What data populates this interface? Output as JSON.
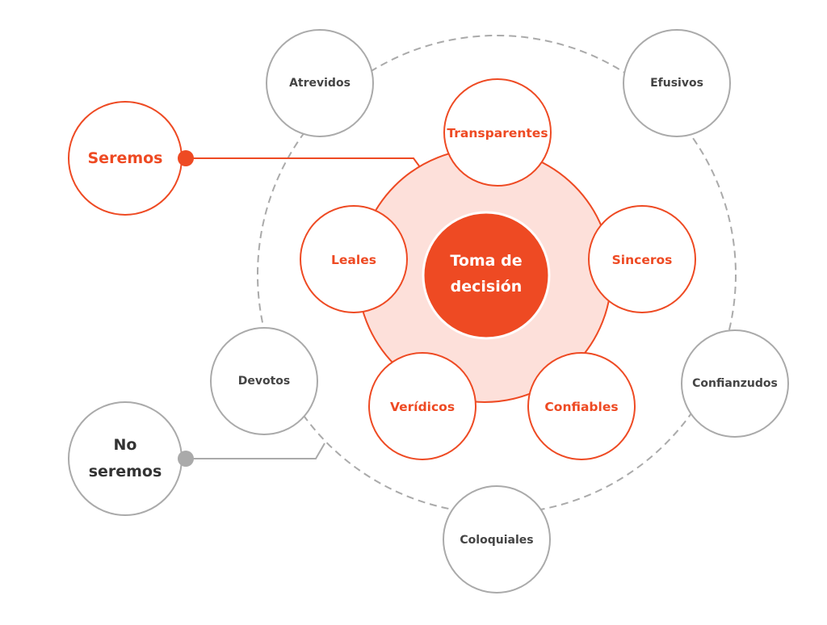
{
  "center": {
    "line1": "Toma de",
    "line2": "decisión"
  },
  "inner_values": [
    "Transparentes",
    "Sinceros",
    "Confiables",
    "Verídicos",
    "Leales"
  ],
  "outer_values": [
    "Atrevidos",
    "Efusivos",
    "Confianzudos",
    "Coloquiales",
    "Devotos"
  ],
  "legend": {
    "seremos": "Seremos",
    "no_seremos_line1": "No",
    "no_seremos_line2": "seremos"
  },
  "colors": {
    "accent": "#ee4a23",
    "accent_light": "#fde0da",
    "gray": "#aaaaaa",
    "text_dark": "#444444"
  }
}
